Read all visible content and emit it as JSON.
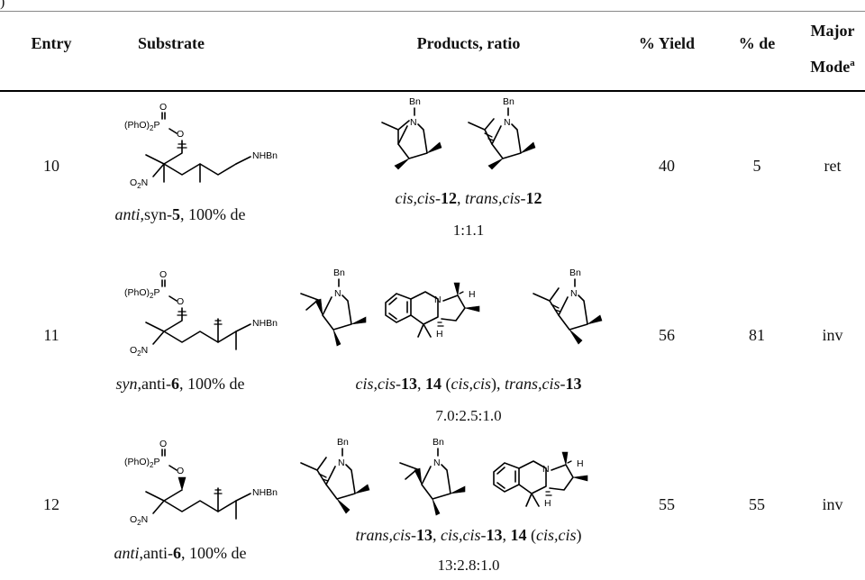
{
  "fragment": ")",
  "headers": {
    "entry": "Entry",
    "substrate": "Substrate",
    "products": "Products, ratio",
    "yield": "% Yield",
    "de": "% de",
    "mode_line1": "Major",
    "mode_line2": "Mode",
    "mode_sup": "a"
  },
  "rows": [
    {
      "entry": "10",
      "substrate_label": {
        "pre": "anti",
        "mid": ",syn-",
        "num": "5",
        "post": ", 100% de"
      },
      "products_caption": [
        {
          "t": "cis,cis",
          "s": "it"
        },
        {
          "t": "-",
          "s": ""
        },
        {
          "t": "12",
          "s": "b"
        },
        {
          "t": ", ",
          "s": ""
        },
        {
          "t": "trans,cis",
          "s": "it"
        },
        {
          "t": "-",
          "s": ""
        },
        {
          "t": "12",
          "s": "b"
        }
      ],
      "ratio": "1:1.1",
      "yield": "40",
      "de": "5",
      "mode": "ret"
    },
    {
      "entry": "11",
      "substrate_label": {
        "pre": "syn",
        "mid": ",anti-",
        "num": "6",
        "post": ", 100% de"
      },
      "products_caption": [
        {
          "t": "cis,cis",
          "s": "it"
        },
        {
          "t": "-",
          "s": ""
        },
        {
          "t": "13",
          "s": "b"
        },
        {
          "t": ", ",
          "s": ""
        },
        {
          "t": "14",
          "s": "b"
        },
        {
          "t": " (",
          "s": ""
        },
        {
          "t": "cis,cis",
          "s": "it"
        },
        {
          "t": "), ",
          "s": ""
        },
        {
          "t": "trans,cis",
          "s": "it"
        },
        {
          "t": "-",
          "s": ""
        },
        {
          "t": "13",
          "s": "b"
        }
      ],
      "ratio": "7.0:2.5:1.0",
      "yield": "56",
      "de": "81",
      "mode": "inv"
    },
    {
      "entry": "12",
      "substrate_label": {
        "pre": "anti",
        "mid": ",anti-",
        "num": "6",
        "post": ", 100% de"
      },
      "products_caption": [
        {
          "t": "trans,cis",
          "s": "it"
        },
        {
          "t": "-",
          "s": ""
        },
        {
          "t": "13",
          "s": "b"
        },
        {
          "t": ", ",
          "s": ""
        },
        {
          "t": "cis,cis",
          "s": "it"
        },
        {
          "t": "-",
          "s": ""
        },
        {
          "t": "13",
          "s": "b"
        },
        {
          "t": ", ",
          "s": ""
        },
        {
          "t": "14",
          "s": "b"
        },
        {
          "t": " (",
          "s": ""
        },
        {
          "t": "cis,cis",
          "s": "it"
        },
        {
          "t": ")",
          "s": ""
        }
      ],
      "ratio": "13:2.8:1.0",
      "yield": "55",
      "de": "55",
      "mode": "inv"
    }
  ],
  "structure_labels": {
    "bn": "Bn",
    "n": "N",
    "h": "H",
    "o": "O",
    "p": "P",
    "ph_group": "(PhO)",
    "ph_sub": "2",
    "o2n": "O",
    "o2n_sub": "2",
    "o2n_n": "N",
    "nhbn": "NHBn"
  }
}
